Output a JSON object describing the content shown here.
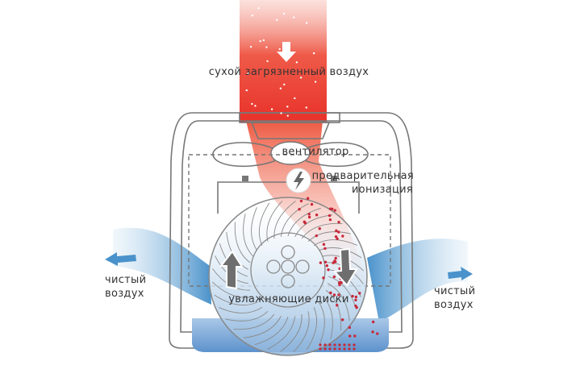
{
  "labels": {
    "inflow": "сухой загрязненный воздух",
    "fan": "вентилятор",
    "ionization_1": "предварительная",
    "ionization_2": "ионизация",
    "discs": "увлажняющие диски",
    "clean_left_1": "чистый",
    "clean_left_2": "воздух",
    "clean_right_1": "чистый",
    "clean_right_2": "воздух"
  },
  "icons": {
    "ionizer": "lightning-icon",
    "flow_arrows": "arrow-icon"
  },
  "colors": {
    "dirty_air": "#e8322a",
    "clean_air": "#5b9fd0",
    "water": "#6d9fd3",
    "outline": "#777777",
    "particles": "#c8283a"
  }
}
